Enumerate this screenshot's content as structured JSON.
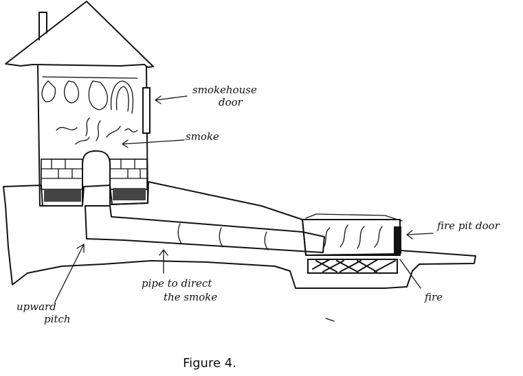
{
  "labels": {
    "smokehouse_door": [
      "smokehouse",
      "door"
    ],
    "smoke": "smoke",
    "fire_pit_door": "fire pit door",
    "pipe": [
      "pipe to direct",
      "the smoke"
    ],
    "upward_pitch": [
      "upward",
      "pitch"
    ],
    "fire": "fire"
  },
  "caption": "Figure 4.",
  "colors": {
    "ink": "#111111",
    "background": "#ffffff"
  }
}
